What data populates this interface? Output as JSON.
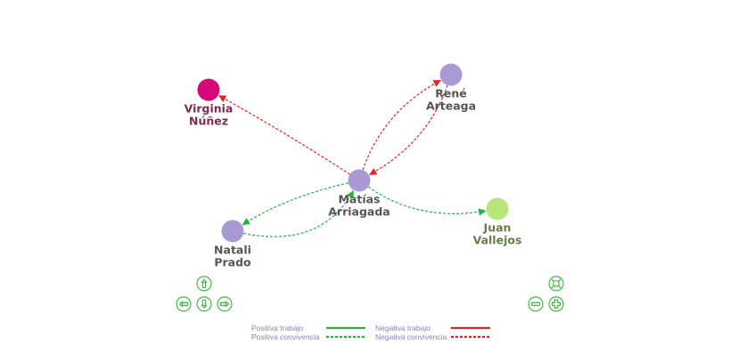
{
  "nodes": [
    {
      "id": "virginia",
      "lines": [
        "Virginia",
        "Núñez"
      ],
      "color": "#d6087a",
      "label_color": "#7b2c55"
    },
    {
      "id": "rene",
      "lines": [
        "René",
        "Arteaga"
      ],
      "color": "#a99ad6",
      "label_color": "#555555"
    },
    {
      "id": "matias",
      "lines": [
        "Matías",
        "Arriagada"
      ],
      "color": "#a99ad6",
      "label_color": "#555555"
    },
    {
      "id": "natali",
      "lines": [
        "Natali",
        "Prado"
      ],
      "color": "#a99ad6",
      "label_color": "#555555"
    },
    {
      "id": "juan",
      "lines": [
        "Juan",
        "Vallejos"
      ],
      "color": "#b5e878",
      "label_color": "#6b7a4c"
    }
  ],
  "edges": [
    {
      "from": "matias",
      "to": "virginia",
      "kind": "negativa-convivencia",
      "color": "#e52222"
    },
    {
      "from": "matias",
      "to": "rene",
      "kind": "negativa-convivencia",
      "color": "#e52222"
    },
    {
      "from": "rene",
      "to": "matias",
      "kind": "negativa-convivencia",
      "color": "#e52222"
    },
    {
      "from": "matias",
      "to": "natali",
      "kind": "positiva-convivencia",
      "color": "#22b43c"
    },
    {
      "from": "natali",
      "to": "matias",
      "kind": "positiva-convivencia",
      "color": "#22b43c"
    },
    {
      "from": "matias",
      "to": "juan",
      "kind": "positiva-convivencia",
      "color": "#22b43c"
    }
  ],
  "legend": {
    "positiva_trabajo": "Positiva trabajo",
    "positiva_convivencia": "Positiva convivencia",
    "negativa_trabajo": "Negativa trabajo",
    "negativa_convivencia": "Negativa convivencia",
    "positive_color": "#22b43c",
    "negative_color": "#e52222"
  },
  "controls": {
    "navigation": [
      "arrow-up-icon",
      "arrow-left-icon",
      "arrow-down-icon",
      "arrow-right-icon"
    ],
    "zoom": [
      "zoom-extents-icon",
      "zoom-out-icon",
      "zoom-in-icon"
    ],
    "accent_color": "#44b944"
  }
}
